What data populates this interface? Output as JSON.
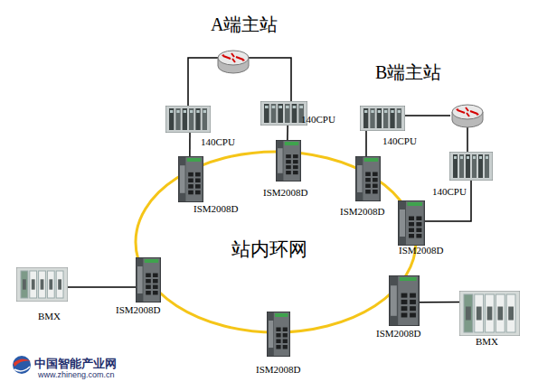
{
  "diagram": {
    "nodes": [
      {
        "text": [
          "140CPU"
        ]
      },
      {
        "text": [
          "140CPU"
        ]
      },
      {
        "text": [
          "140CPU"
        ]
      },
      {
        "text": [
          "140CPU"
        ]
      },
      {
        "text": [
          "ISM2008D"
        ]
      },
      {
        "text": [
          "ISM2008D"
        ]
      },
      {
        "text": [
          "ISM2008D"
        ]
      },
      {
        "text": [
          "ISM2008D"
        ]
      },
      {
        "text": [
          "BMX"
        ]
      },
      {
        "text": [
          "ISM2008D"
        ]
      },
      {
        "text": [
          "ISM2008D"
        ]
      },
      {
        "text": [
          "BMX"
        ]
      },
      {
        "text": [
          "ISM2008D"
        ]
      }
    ],
    "edges": [
      {
        "from": 0,
        "to": 4,
        "arrow": "none"
      },
      {
        "from": 1,
        "to": 5,
        "arrow": "none"
      },
      {
        "from": 2,
        "to": 6,
        "arrow": "none"
      },
      {
        "from": 3,
        "to": 7,
        "arrow": "none"
      },
      {
        "from": 8,
        "to": 9,
        "arrow": "none"
      },
      {
        "from": 10,
        "to": 11,
        "arrow": "none"
      }
    ],
    "labels": [
      "A端主站",
      "B端主站",
      "站内环网",
      "中国智能产业网",
      "www.zhineng.com.cn"
    ]
  }
}
